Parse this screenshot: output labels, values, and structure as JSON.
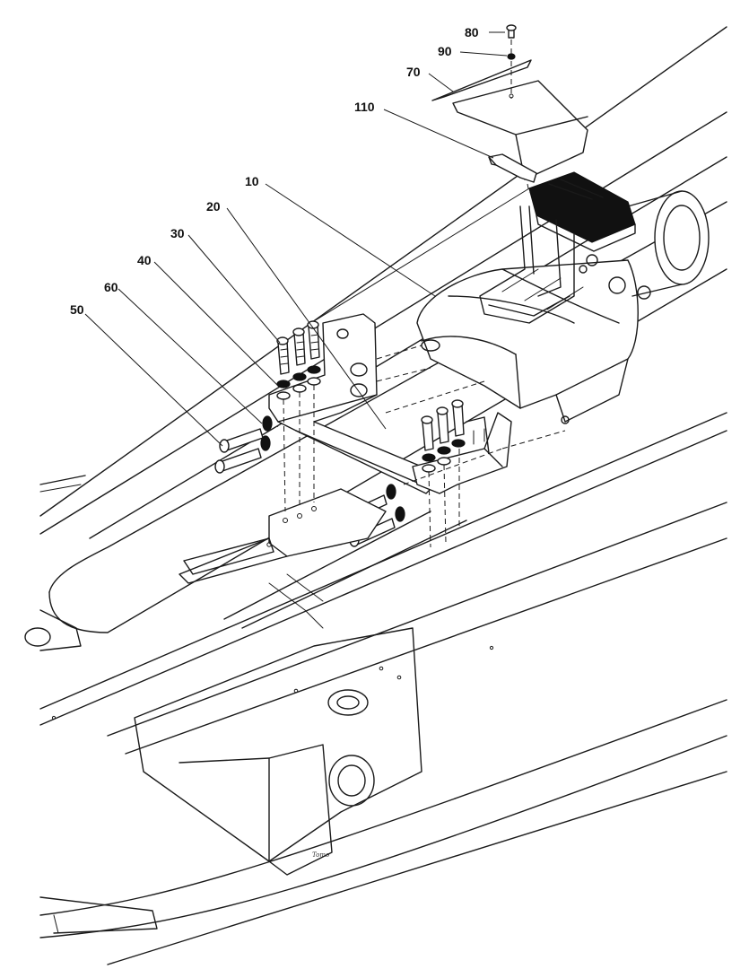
{
  "callouts": [
    {
      "label": "80"
    },
    {
      "label": "90"
    },
    {
      "label": "70"
    },
    {
      "label": "110"
    },
    {
      "label": "10"
    },
    {
      "label": "20"
    },
    {
      "label": "30"
    },
    {
      "label": "40"
    },
    {
      "label": "60"
    },
    {
      "label": "50"
    }
  ],
  "signature": "Tomo"
}
